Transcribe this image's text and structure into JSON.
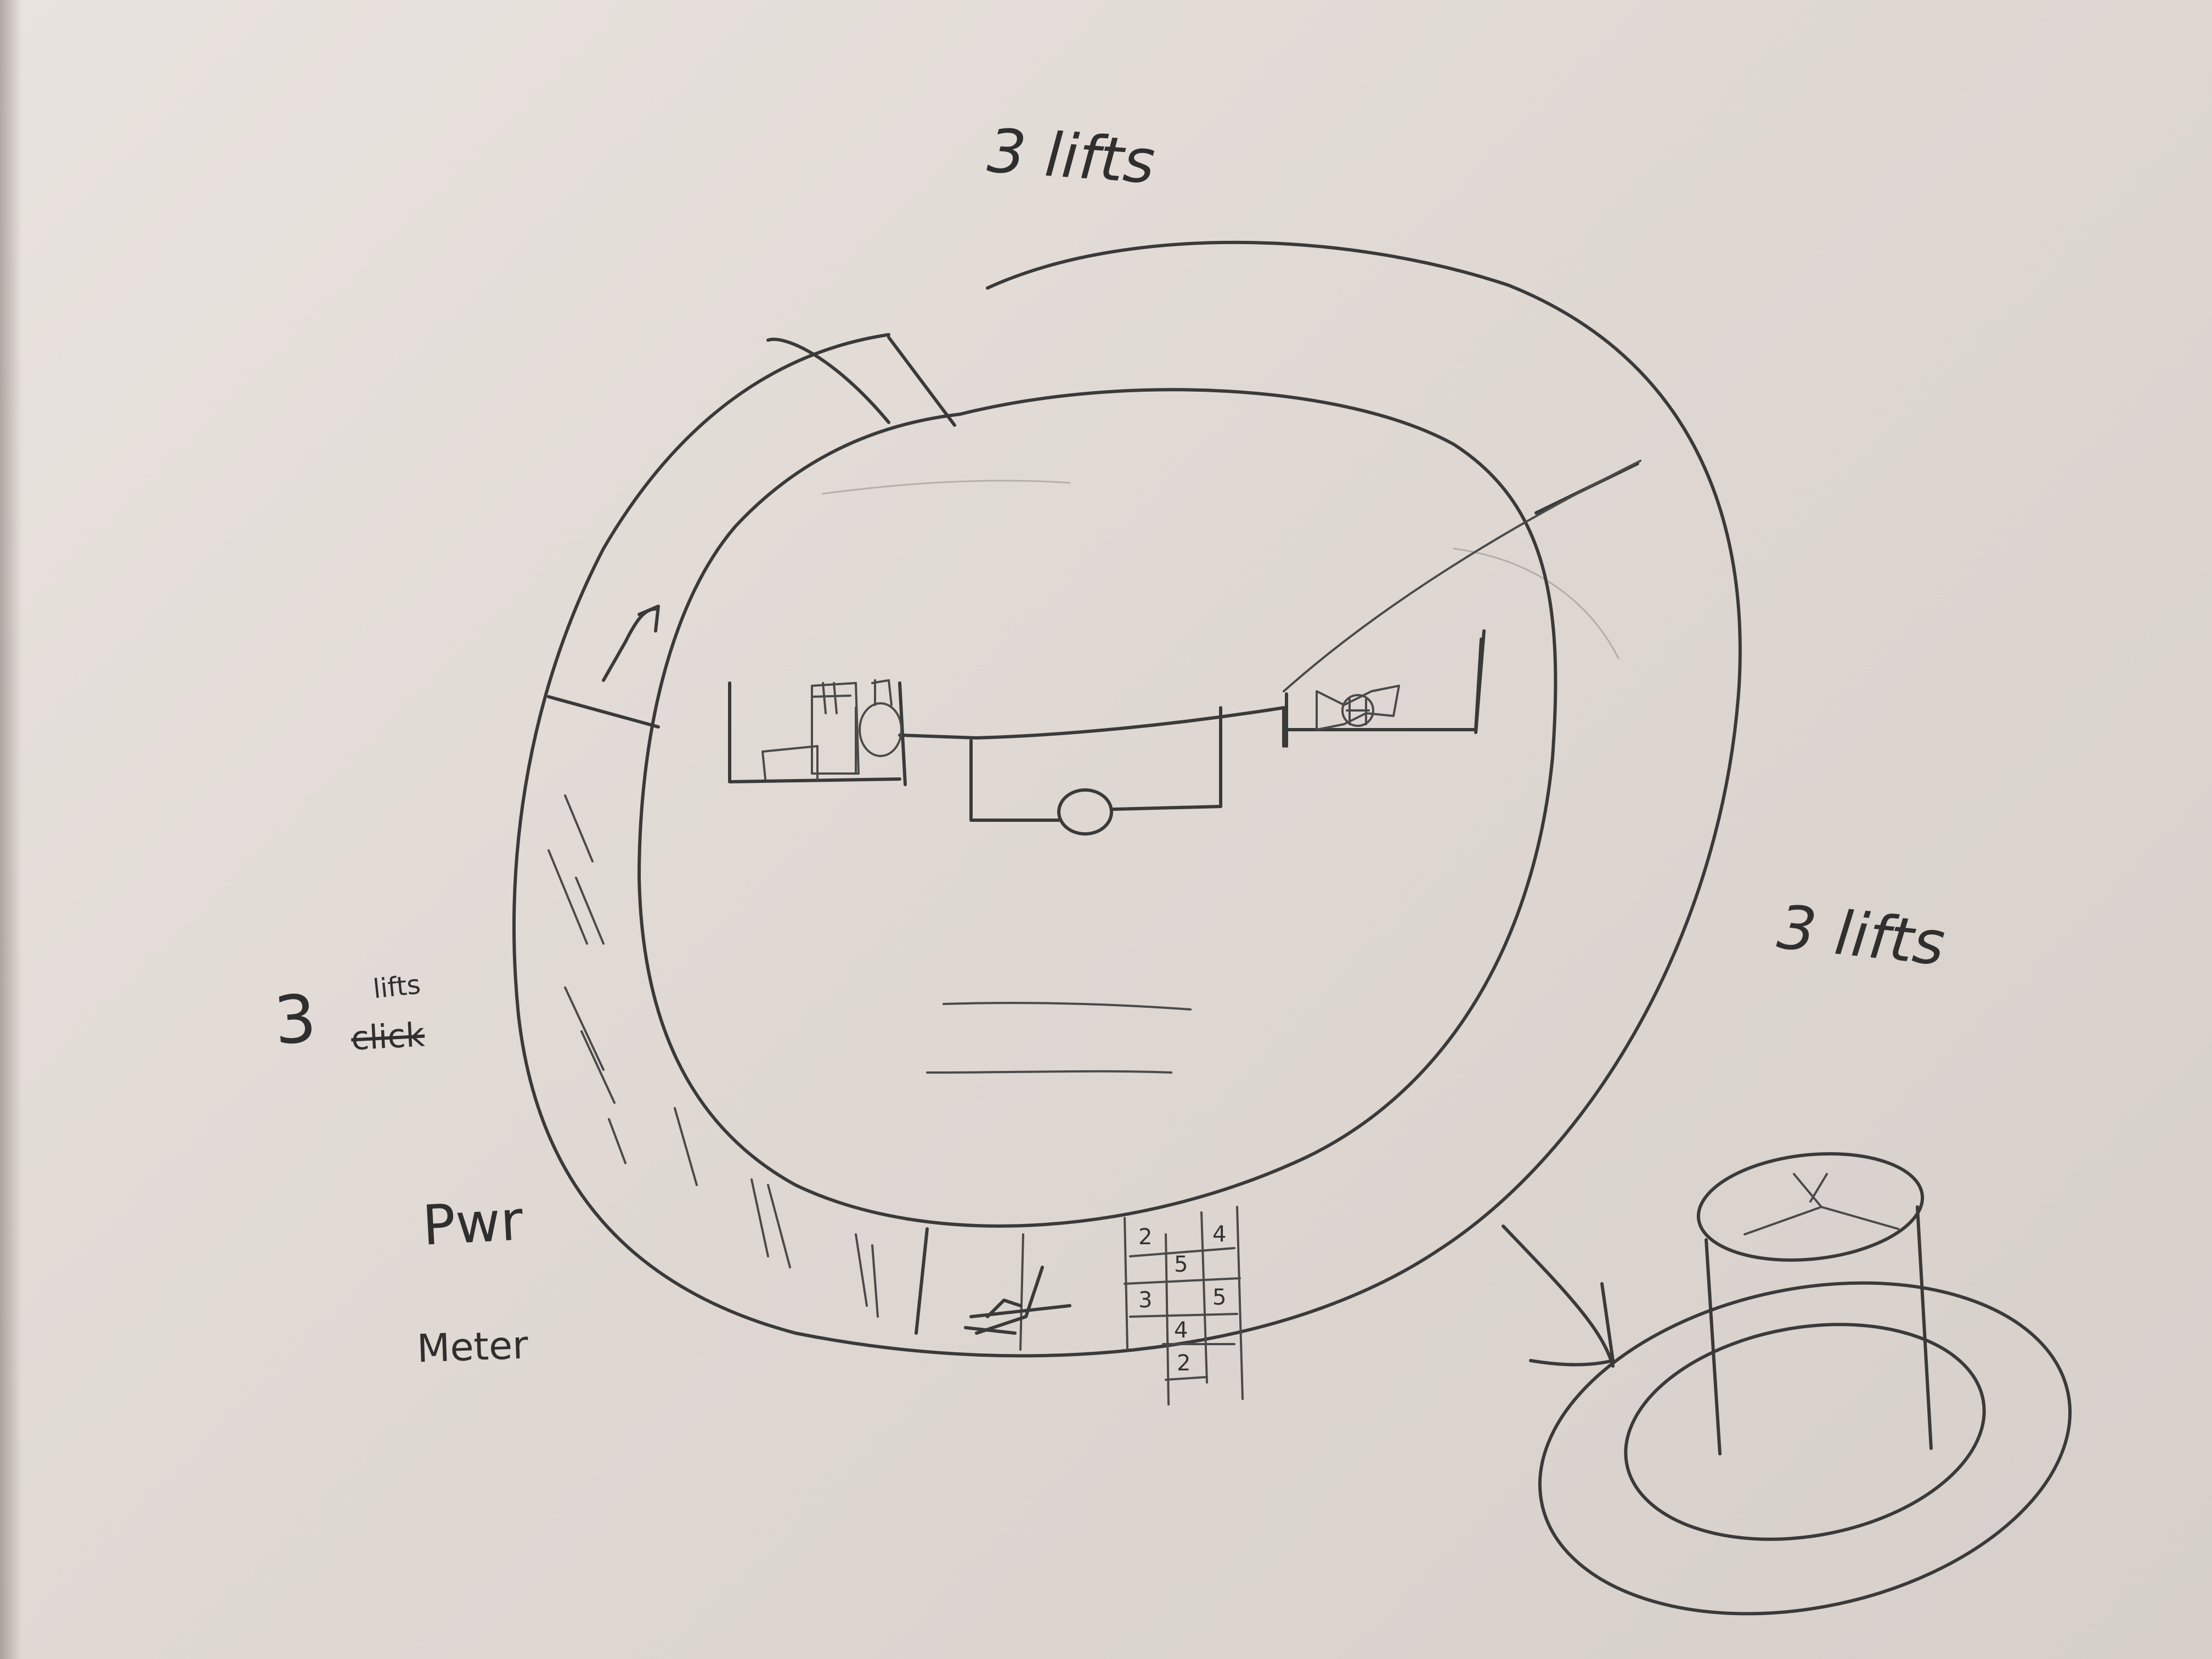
{
  "labels": {
    "top": "3 lifts",
    "right": "3 lifts",
    "left_number": "3",
    "left_small": "lifts",
    "left_strike": "click",
    "power": "Pwr",
    "meter": "Meter"
  },
  "level_grid": [
    "2",
    "4",
    "5",
    "3",
    "5",
    "4",
    "2"
  ],
  "colors": {
    "paper": "#e6e0dc",
    "pencil": "#3a3a3a"
  }
}
